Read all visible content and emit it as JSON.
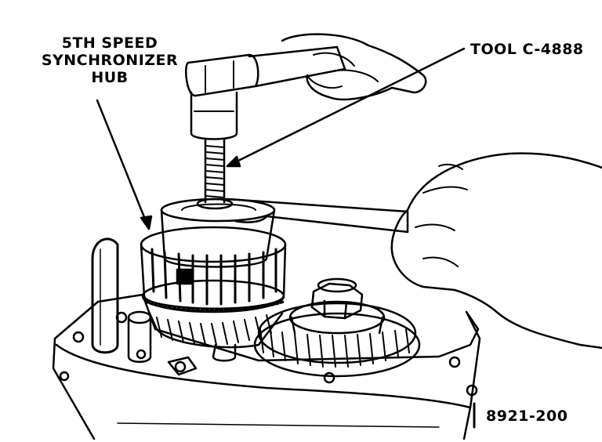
{
  "labels": {
    "hub_line1": "5TH SPEED",
    "hub_line2": "SYNCHRONIZER",
    "hub_line3": "HUB",
    "tool": "TOOL C-4888",
    "figure_id": "8921-200"
  },
  "colors": {
    "ink": "#000000",
    "paper": "#ffffff"
  }
}
